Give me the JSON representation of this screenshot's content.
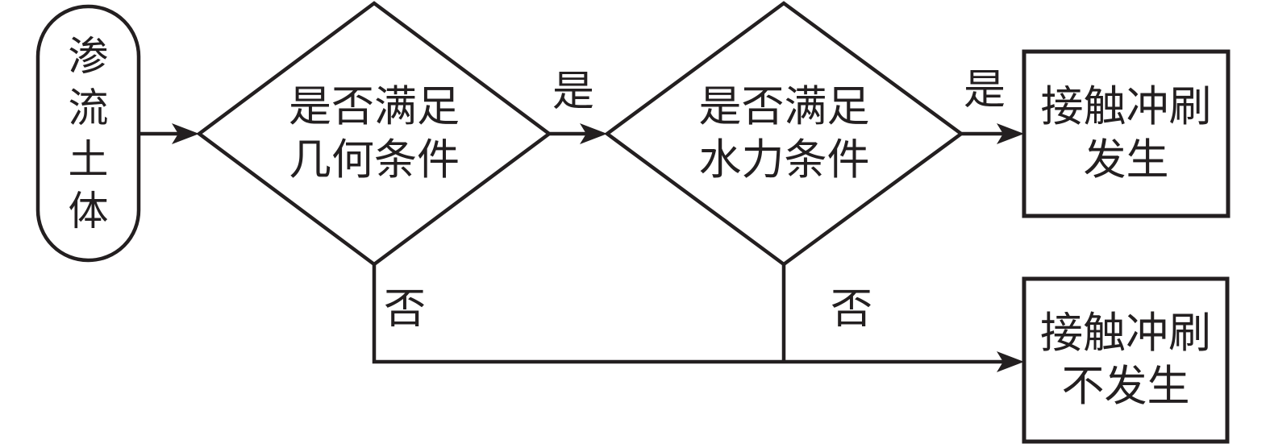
{
  "diagram": {
    "type": "flowchart",
    "start": {
      "label": "渗流土体"
    },
    "decision1": {
      "line1": "是否满足",
      "line2": "几何条件"
    },
    "decision2": {
      "line1": "是否满足",
      "line2": "水力条件"
    },
    "outcome_occur": {
      "line1": "接触冲刷",
      "line2": "发生"
    },
    "outcome_not_occur": {
      "line1": "接触冲刷",
      "line2": "不发生"
    },
    "edge_labels": {
      "yes1": "是",
      "yes2": "是",
      "no1": "否",
      "no2": "否"
    },
    "colors": {
      "ink": "#231f20",
      "background": "#ffffff"
    }
  }
}
